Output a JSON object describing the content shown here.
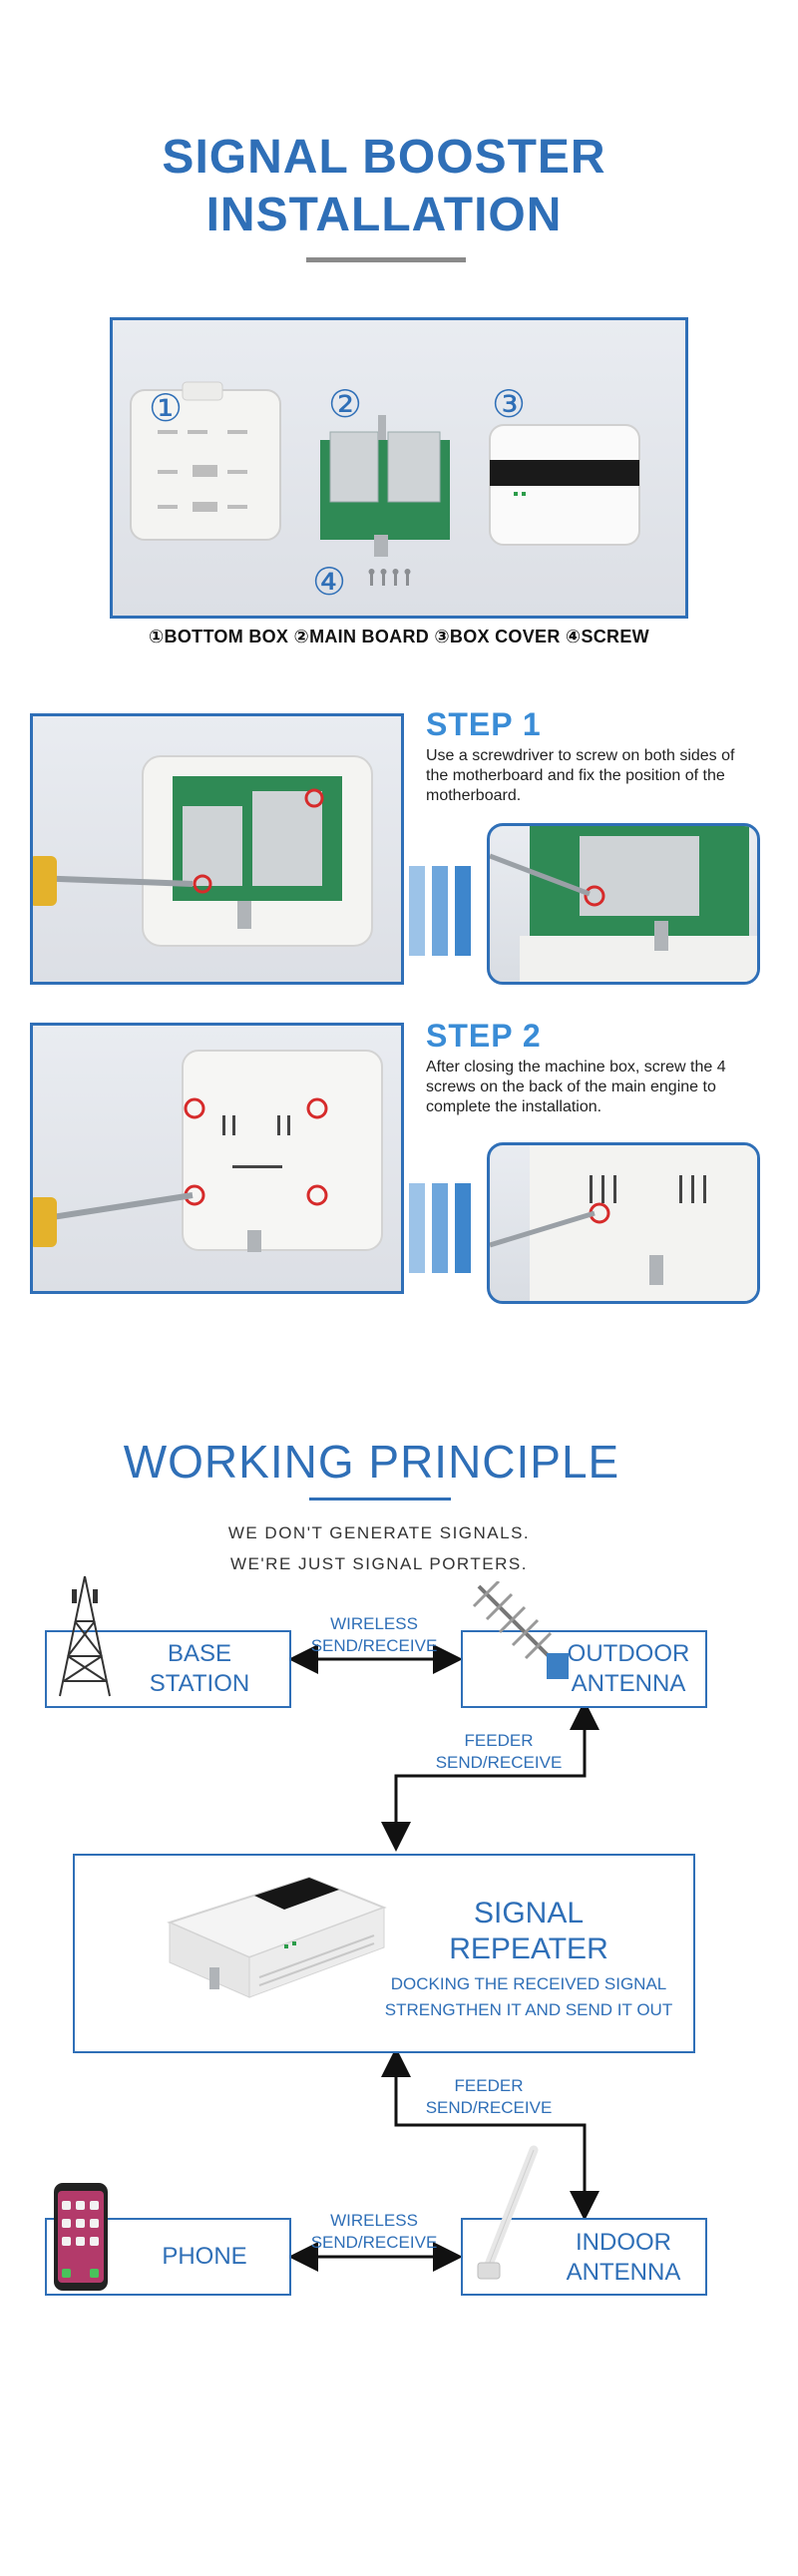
{
  "installation": {
    "title_line1": "SIGNAL BOOSTER",
    "title_line2": "INSTALLATION",
    "parts_caption": "①BOTTOM BOX ②MAIN BOARD ③BOX COVER ④SCREW",
    "markers": [
      "①",
      "②",
      "③",
      "④"
    ]
  },
  "steps": [
    {
      "title": "STEP 1",
      "description": "Use a screwdriver to screw on both sides of the motherboard and fix the position of the motherboard."
    },
    {
      "title": "STEP 2",
      "description": "After closing the machine box, screw the 4 screws on the back of the main engine to complete the installation."
    }
  ],
  "working": {
    "title": "WORKING PRINCIPLE",
    "tagline_1": "WE DON'T GENERATE SIGNALS.",
    "tagline_2": "WE'RE JUST SIGNAL PORTERS.",
    "base_station": "BASE\nSTATION",
    "outdoor_antenna": "OUTDOOR\nANTENNA",
    "wireless_1": "WIRELESS\nSEND/RECEIVE",
    "feeder_1": "FEEDER\nSEND/RECEIVE",
    "repeater_title": "SIGNAL\nREPEATER",
    "repeater_desc": "DOCKING THE RECEIVED SIGNAL\nSTRENGTHEN IT AND SEND IT OUT",
    "feeder_2": "FEEDER\nSEND/RECEIVE",
    "phone": "PHONE",
    "wireless_2": "WIRELESS\nSEND/RECEIVE",
    "indoor_antenna": "INDOOR\nANTENNA"
  },
  "colors": {
    "brand_blue": "#2f6fb7",
    "step_blue": "#3a8cd6",
    "marker_red": "#d62b2b"
  }
}
